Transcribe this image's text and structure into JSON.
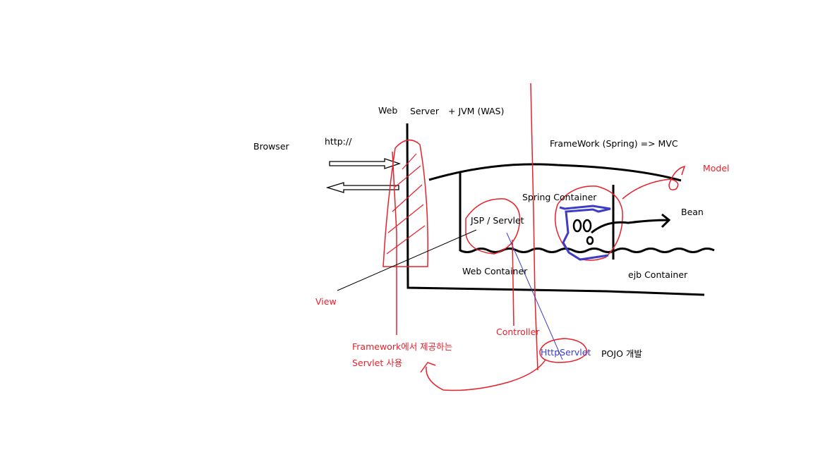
{
  "colors": {
    "ink": "#000000",
    "red": "#e8202a",
    "blue": "#3c3cc8",
    "background": "#ffffff"
  },
  "labels": {
    "web": "Web",
    "server": "Server",
    "jvm_was": "+ JVM (WAS)",
    "browser": "Browser",
    "http": "http://",
    "framework_mvc": "FrameWork (Spring) => MVC",
    "model": "Model",
    "spring_container": "Spring Container",
    "bean": "Bean",
    "jsp_servlet": "JSP / Servlet",
    "web_container": "Web Container",
    "ejb_container": "ejb Container",
    "view": "View",
    "controller": "Controller",
    "framework_servlet_line1": "Framework에서 제공하는",
    "framework_servlet_line2": "Servlet 사용",
    "http_servlet": "HttpServlet",
    "pojo": "POJO 개발"
  }
}
